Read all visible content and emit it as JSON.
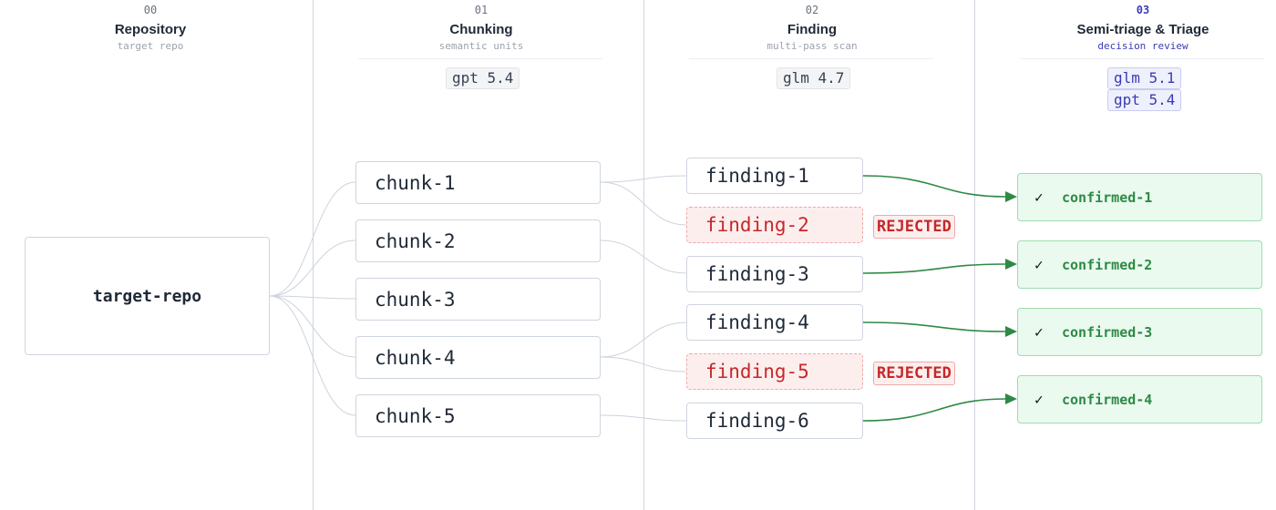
{
  "columns": [
    {
      "num": "00",
      "title": "Repository",
      "subtitle": "target repo"
    },
    {
      "num": "01",
      "title": "Chunking",
      "subtitle": "semantic units"
    },
    {
      "num": "02",
      "title": "Finding",
      "subtitle": "multi-pass scan"
    },
    {
      "num": "03",
      "title": "Semi-triage & Triage",
      "subtitle": "decision review"
    }
  ],
  "models": {
    "chunking": [
      "gpt 5.4"
    ],
    "finding": [
      "glm 4.7"
    ],
    "triage": [
      "glm 5.1",
      "gpt 5.4"
    ]
  },
  "repo": {
    "label": "target-repo"
  },
  "chunks": [
    "chunk-1",
    "chunk-2",
    "chunk-3",
    "chunk-4",
    "chunk-5"
  ],
  "findings": [
    {
      "label": "finding-1",
      "status": "ok"
    },
    {
      "label": "finding-2",
      "status": "rejected"
    },
    {
      "label": "finding-3",
      "status": "ok"
    },
    {
      "label": "finding-4",
      "status": "ok"
    },
    {
      "label": "finding-5",
      "status": "rejected"
    },
    {
      "label": "finding-6",
      "status": "ok"
    }
  ],
  "rejected_label": "REJECTED",
  "confirmed": [
    "confirmed-1",
    "confirmed-2",
    "confirmed-3",
    "confirmed-4"
  ],
  "colors": {
    "divider": "#cfd5df",
    "link": "#cdd3dd",
    "confirm_link": "#2e8a45",
    "rejected": "#c62828",
    "confirmed": "#2e8a45",
    "accent": "#3b3bb3"
  }
}
